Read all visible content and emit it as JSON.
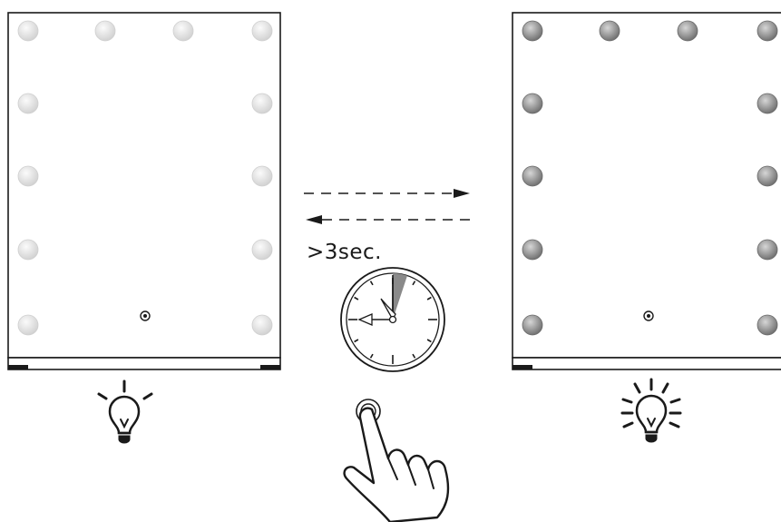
{
  "timer": {
    "label": ">3sec."
  },
  "colors": {
    "bulb_off_light": "#f4f4f4",
    "bulb_off_dark": "#c8c8c8",
    "bulb_on_light": "#c9c9c9",
    "bulb_on_dark": "#6e6e6e",
    "ink": "#1a1a1a",
    "hour_shade": "#8a8a8a"
  },
  "mirrors": [
    {
      "state": "off",
      "bulb_count": 12
    },
    {
      "state": "on",
      "bulb_count": 12
    }
  ],
  "icons": {
    "left_status": "lightbulb-off-icon",
    "right_status": "lightbulb-on-icon",
    "clock": "clock-icon",
    "touch": "hand-pointer-icon",
    "arrows": "dashed-arrows-icon"
  }
}
